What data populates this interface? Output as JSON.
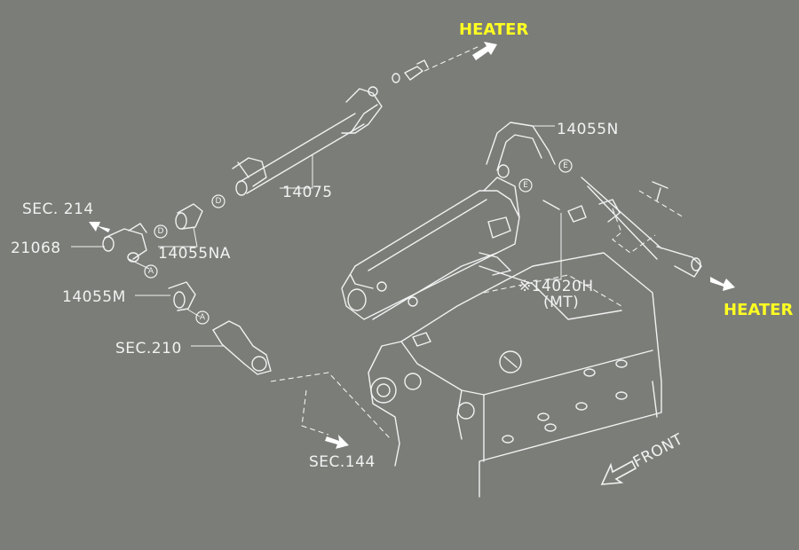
{
  "heater_top": "HEATER",
  "heater_right": "HEATER",
  "part_14075": "14075",
  "part_14055N": "14055N",
  "part_14055NA": "14055NA",
  "part_14055M": "14055M",
  "part_21068": "21068",
  "part_14020H": "※14020H",
  "part_14020H_note": "(MT)",
  "sec_214": "SEC. 214",
  "sec_210": "SEC.210",
  "sec_144": "SEC.144",
  "front": "FRONT",
  "callout_A": "A",
  "callout_D": "D",
  "callout_E": "E"
}
